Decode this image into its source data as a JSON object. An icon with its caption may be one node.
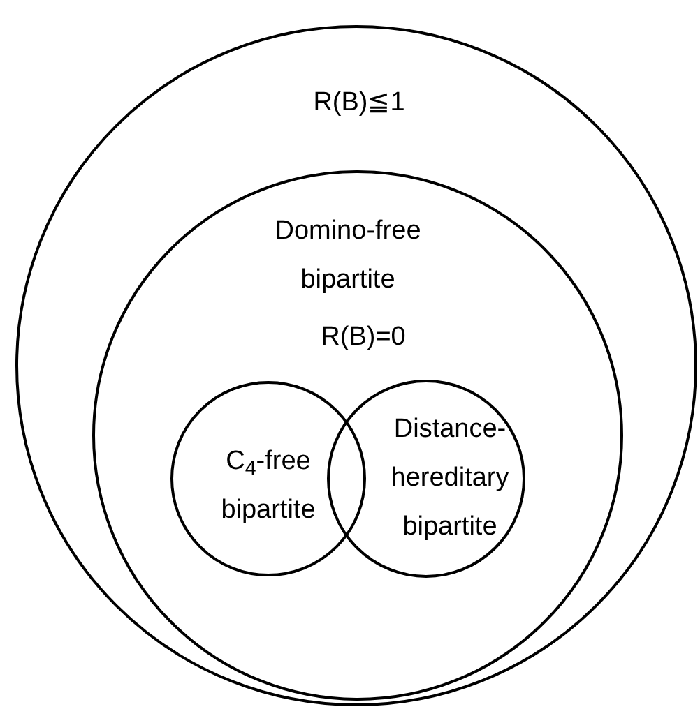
{
  "diagram": {
    "nodes": [
      {
        "text": [
          "R(B)≦1"
        ]
      },
      {
        "text": [
          "Domino-free bipartite",
          "R(B)=0"
        ],
        "in": 0
      },
      {
        "text": [
          "C$_{4}$-free bipartite"
        ],
        "in": 1
      },
      {
        "text": [
          "Distance-hereditary bipartite"
        ],
        "in": 1
      }
    ]
  }
}
